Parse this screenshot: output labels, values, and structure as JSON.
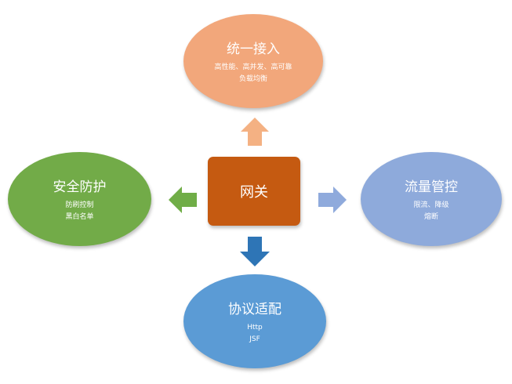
{
  "colors": {
    "top": "#f2a77b",
    "left": "#72ab48",
    "right": "#8eaadb",
    "bottom": "#5b9bd5",
    "center": "#c55a11",
    "arrow_up": "#f4b183",
    "arrow_left": "#70ad47",
    "arrow_right": "#8faadc",
    "arrow_down": "#2e75b6"
  },
  "center": {
    "label": "网关"
  },
  "nodes": {
    "top": {
      "title": "统一接入",
      "lines": [
        "高性能、高并发、高可靠",
        "负载均衡"
      ]
    },
    "left": {
      "title": "安全防护",
      "lines": [
        "防刷控制",
        "黑白名单"
      ]
    },
    "right": {
      "title": "流量管控",
      "lines": [
        "限流、降级",
        "熔断"
      ]
    },
    "bottom": {
      "title": "协议适配",
      "lines": [
        "Http",
        "JSF"
      ]
    }
  }
}
